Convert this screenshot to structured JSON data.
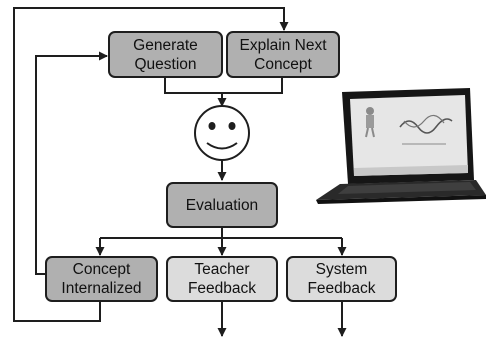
{
  "nodes": {
    "generate_question": "Generate\nQuestion",
    "explain_next_concept": "Explain Next\nConcept",
    "evaluation": "Evaluation",
    "concept_internalized": "Concept\nInternalized",
    "teacher_feedback": "Teacher\nFeedback",
    "system_feedback": "System\nFeedback"
  },
  "colors": {
    "dark_box": "#b0b0b0",
    "light_box": "#dcdcdc",
    "stroke": "#1e1e1e"
  },
  "icons": [
    "smiley-face-icon",
    "laptop-icon"
  ]
}
